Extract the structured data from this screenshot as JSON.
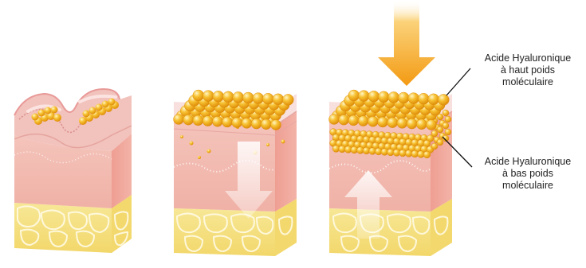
{
  "labels": {
    "high_weight": [
      "Acide Hyaluronique",
      "à haut poids",
      "moléculaire"
    ],
    "low_weight": [
      "Acide Hyaluronique",
      "à bas poids",
      "moléculaire"
    ]
  },
  "colors": {
    "sphere": "#f5b21c",
    "sphere_highlight": "#fff3b8",
    "skin_top": "#f3c9c4",
    "skin_side": "#eda89a",
    "epidermis": "#f7dcd8",
    "fat": "#f6e59a",
    "arrow": "#f5a623"
  },
  "icons": [
    "down-arrow-icon",
    "up-arrow-icon",
    "sun-arrow-icon"
  ]
}
